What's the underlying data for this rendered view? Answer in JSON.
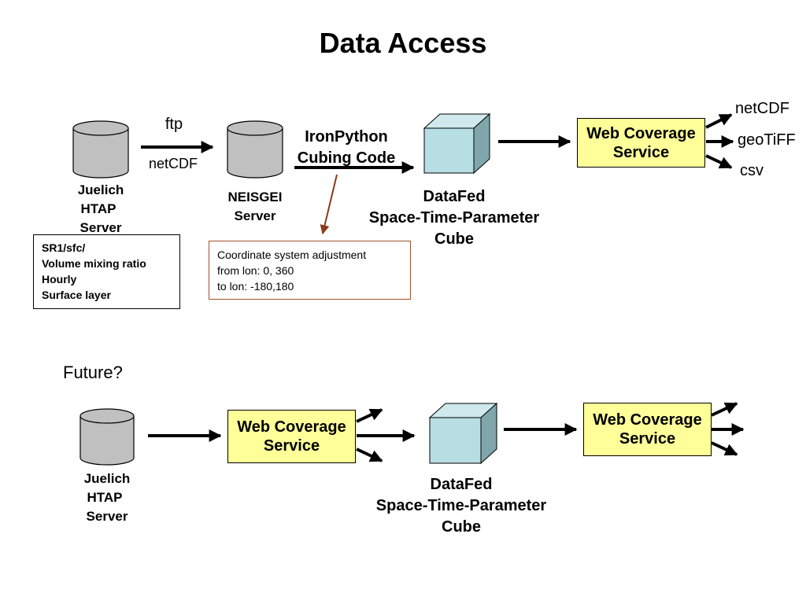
{
  "title": "Data Access",
  "top_row": {
    "source_label": [
      "Juelich",
      "HTAP",
      "Server"
    ],
    "ftp_label": "ftp",
    "netcdf_label": "netCDF",
    "neisgei_label": [
      "NEISGEI",
      "Server"
    ],
    "cubing_label": [
      "IronPython",
      "Cubing Code"
    ],
    "cube_label": [
      "DataFed",
      "Space-Time-Parameter",
      "Cube"
    ],
    "wcs_label": [
      "Web Coverage",
      "Service"
    ],
    "outputs": [
      "netCDF",
      "geoTiFF",
      "csv"
    ],
    "info_box": [
      "SR1/sfc/",
      "Volume mixing ratio",
      "Hourly",
      "Surface layer"
    ],
    "note_box": [
      "Coordinate system adjustment",
      "from lon: 0, 360",
      "to lon: -180,180"
    ]
  },
  "future_row": {
    "future_label": "Future?",
    "source_label": [
      "Juelich",
      "HTAP",
      "Server"
    ],
    "wcs1_label": [
      "Web Coverage",
      "Service"
    ],
    "cube_label": [
      "DataFed",
      "Space-Time-Parameter",
      "Cube"
    ],
    "wcs2_label": [
      "Web Coverage",
      "Service"
    ]
  },
  "colors": {
    "cylinder_fill": "#c0c0c0",
    "cube_front": "#b7dee3",
    "cube_side": "#7fa7ab",
    "wcs_fill": "#ffff99",
    "note_border": "#a0522d",
    "note_arrow": "#8b3a1a"
  }
}
